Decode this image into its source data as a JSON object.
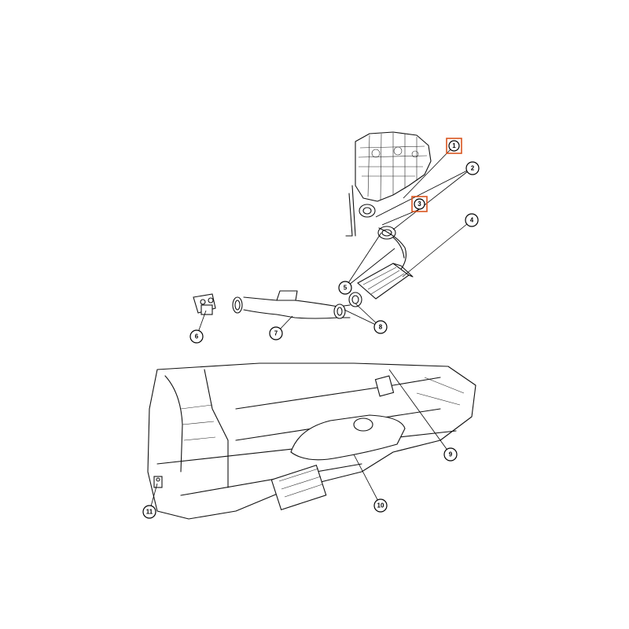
{
  "diagram": {
    "callouts": [
      {
        "id": "1",
        "label": "1",
        "highlighted": true
      },
      {
        "id": "2",
        "label": "2",
        "highlighted": false
      },
      {
        "id": "3",
        "label": "3",
        "highlighted": true
      },
      {
        "id": "4",
        "label": "4",
        "highlighted": false
      },
      {
        "id": "5",
        "label": "5",
        "highlighted": false
      },
      {
        "id": "6",
        "label": "6",
        "highlighted": false
      },
      {
        "id": "7",
        "label": "7",
        "highlighted": false
      },
      {
        "id": "8",
        "label": "8",
        "highlighted": false
      },
      {
        "id": "9",
        "label": "9",
        "highlighted": false
      },
      {
        "id": "10",
        "label": "10",
        "highlighted": false
      },
      {
        "id": "11",
        "label": "11",
        "highlighted": false
      }
    ],
    "highlight_color": "#d9541e",
    "line_color": "#000000",
    "background": "#ffffff"
  }
}
